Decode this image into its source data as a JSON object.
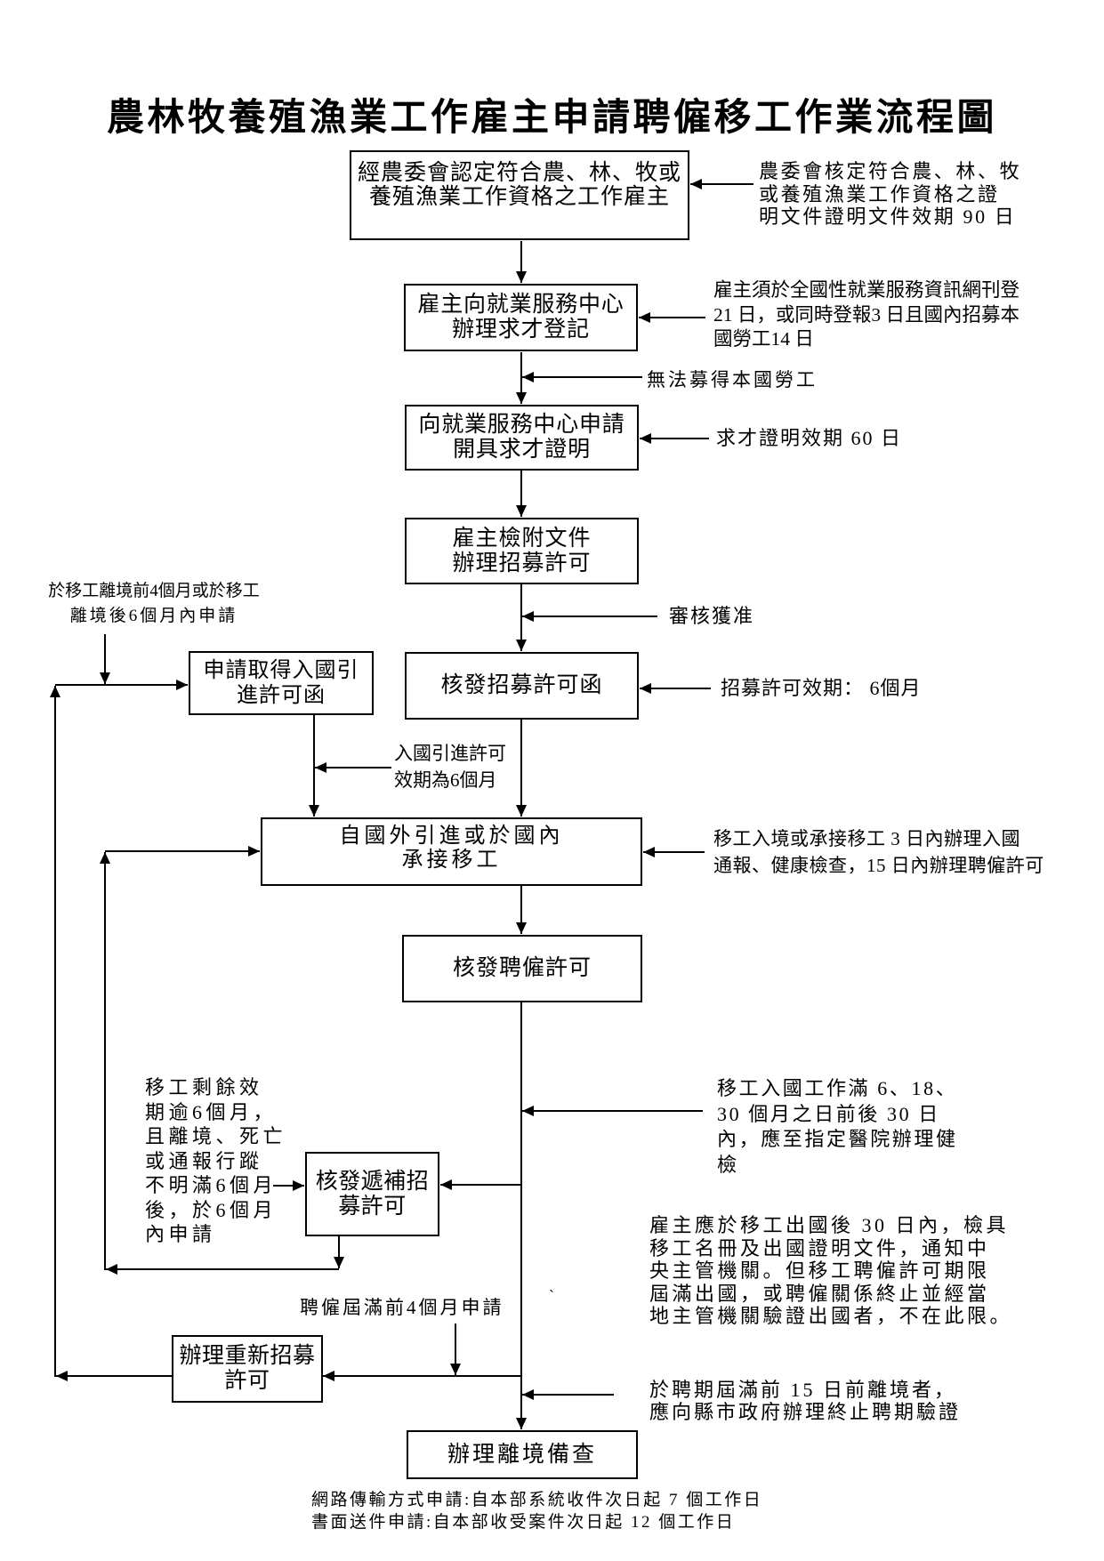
{
  "title": "農林牧養殖漁業工作雇主申請聘僱移工作業流程圖",
  "steps": {
    "qualified_employer": [
      "經農委會認定符合農、林、牧或",
      "養殖漁業工作資格之工作雇主"
    ],
    "job_registration": [
      "雇主向就業服務中心",
      "辦理求才登記"
    ],
    "job_certificate": [
      "向就業服務中心申請",
      "開具求才證明"
    ],
    "recruitment_application": [
      "雇主檢附文件",
      "辦理招募許可"
    ],
    "recruitment_permit_issued": [
      "核發招募許可函"
    ],
    "entry_permit_application": [
      "申請取得入國引",
      "進許可函"
    ],
    "import_or_takeover": [
      "自國外引進或於國內",
      "承接移工"
    ],
    "employment_permit_issued": [
      "核發聘僱許可"
    ],
    "replacement_permit_issued": [
      "核發遞補招",
      "募許可"
    ],
    "re_recruitment": [
      "辦理重新招募",
      "許可"
    ],
    "departure_filing": [
      "辦理離境備查"
    ]
  },
  "notes": {
    "coa_certificate": [
      "農委會核定符合農、林、牧",
      "或養殖漁業工作資格之證",
      "明文件證明文件效期 90 日"
    ],
    "job_posting": [
      "雇主須於全國性就業服務資訊網刊登",
      "21 日，或同時登報3 日且國內招募本",
      "國勞工14 日"
    ],
    "no_local_workers": "無法募得本國勞工",
    "certificate_validity": "求才證明效期 60 日",
    "approved": "審核獲准",
    "recruitment_permit_validity": "招募許可效期： 6個月",
    "entry_timing": [
      "於移工離境前4個月或於移工",
      "離境後6個月內申請"
    ],
    "entry_permit_validity": [
      "入國引進許可",
      "效期為6個月"
    ],
    "arrival_procedures": [
      "移工入境或承接移工 3 日內辦理入國",
      "通報、健康檢查，15 日內辦理聘僱許可"
    ],
    "health_check": [
      "移工入國工作滿 6、18、",
      "30 個月之日前後 30 日",
      "內，應至指定醫院辦理健",
      "檢"
    ],
    "replacement_conditions": [
      "移工剩餘效",
      "期逾6個月，",
      "且離境、死亡",
      "或通報行蹤",
      "不明滿6個月",
      "後，於6個月",
      "內申請"
    ],
    "departure_notification": [
      "雇主應於移工出國後 30 日內，檢具",
      "移工名冊及出國證明文件，通知中",
      "央主管機關。但移工聘僱許可期限",
      "屆滿出國，或聘僱關係終止並經當",
      "地主管機關驗證出國者，不在此限。"
    ],
    "renewal_timing": "聘僱屆滿前4個月申請",
    "early_departure": [
      "於聘期屆滿前 15 日前離境者，",
      "應向縣市政府辦理終止聘期驗證"
    ],
    "stray_mark": "`"
  },
  "footer": [
    "網路傳輸方式申請:自本部系統收件次日起 7 個工作日",
    "書面送件申請:自本部收受案件次日起 12 個工作日"
  ]
}
